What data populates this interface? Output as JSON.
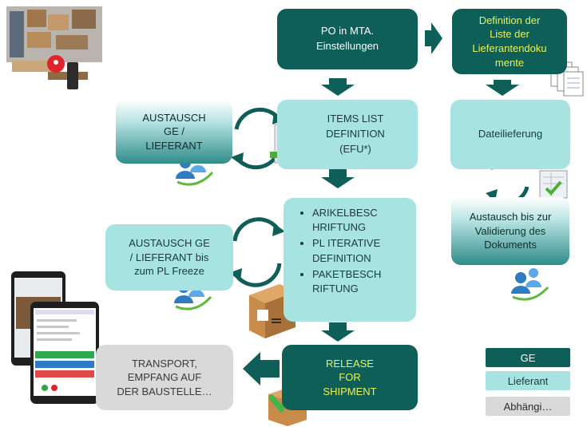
{
  "boxes": {
    "po_mta": "PO in MTA.\nEinstellungen",
    "definition_liste": "Definition der\nListe der\nLieferantendoku\nmente",
    "austausch_ge_lieferant": "AUSTAUSCH\nGE /\nLIEFERANT",
    "items_list": "ITEMS LIST\nDEFINITION\n(EFU*)",
    "dateilieferung": "Dateilieferung",
    "austausch_validierung": "Austausch bis zur\nValidierung des\nDokuments",
    "austausch_pl_freeze": "AUSTAUSCH GE\n/ LIEFERANT bis\nzum PL Freeze",
    "transport": "TRANSPORT,\nEMPFANG AUF\nDER BAUSTELLE…",
    "release": "RELEASE\nFOR\nSHIPMENT"
  },
  "bullets": [
    "ARIKELBESC\nHRIFTUNG",
    "PL ITERATIVE\nDEFINITION",
    "PAKETBESCH\nRIFTUNG"
  ],
  "legend": {
    "ge": "GE",
    "lieferant": "Lieferant",
    "abhaengig": "Abhängi…"
  },
  "colors": {
    "dark_teal": "#0d5f57",
    "light_teal": "#a6e3e1",
    "gray": "#d9d9d9",
    "accent_yellow": "#e8f25a"
  },
  "icons": [
    "warehouse-image",
    "cycle-arrows-icon",
    "users-icon",
    "document-icon",
    "crate-image",
    "smartphone-image",
    "boxes-checkmark-image"
  ]
}
